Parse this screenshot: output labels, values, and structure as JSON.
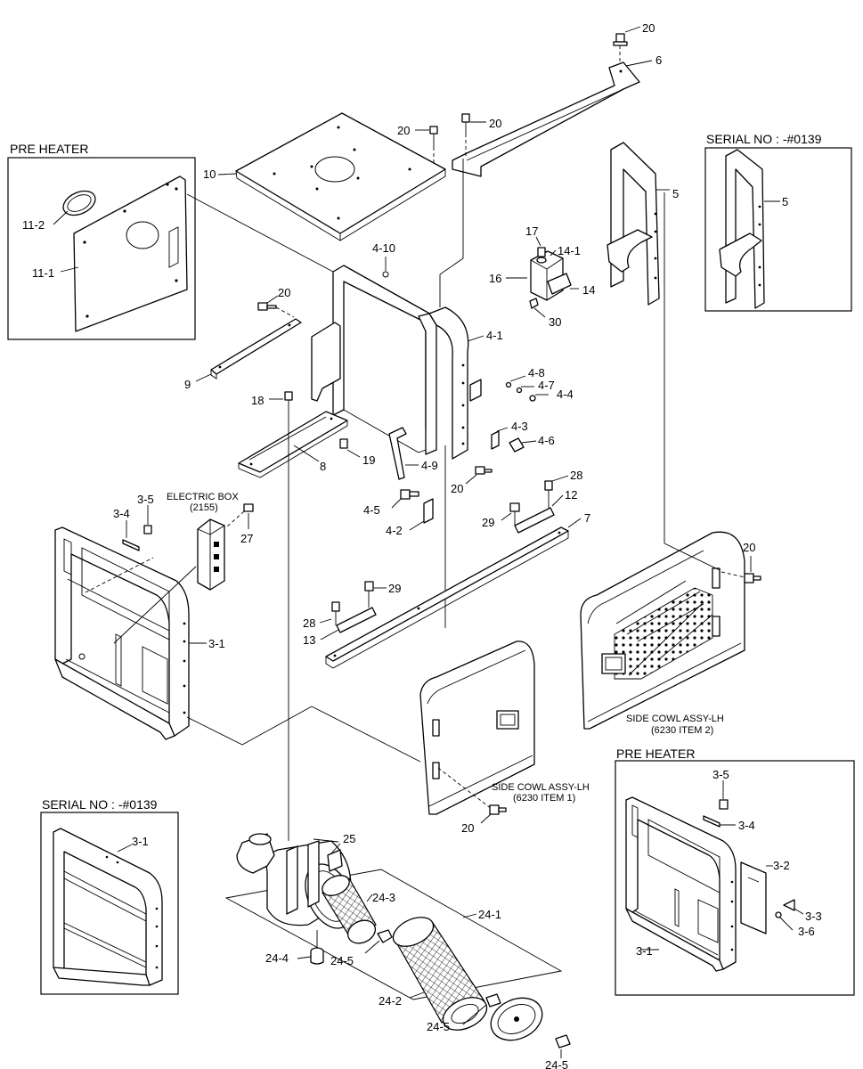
{
  "labels": {
    "pre_heater_1": "PRE HEATER",
    "serial_top": "SERIAL NO : -#0139",
    "electric_box": "ELECTRIC BOX",
    "electric_box_ref": "(2155)",
    "side_cowl_right": "SIDE COWL ASSY-LH",
    "side_cowl_right_ref": "(6230 ITEM 2)",
    "side_cowl_center": "SIDE COWL ASSY-LH",
    "side_cowl_center_ref": "(6230 ITEM 1)",
    "pre_heater_2": "PRE HEATER",
    "serial_bottom": "SERIAL NO : -#0139"
  },
  "callouts": {
    "c20_top": "20",
    "c6": "6",
    "c20_b": "20",
    "c20_c": "20",
    "c10": "10",
    "c5": "5",
    "c5_inset": "5",
    "c11_2": "11-2",
    "c11_1": "11-1",
    "c17": "17",
    "c14_1": "14-1",
    "c16": "16",
    "c14": "14",
    "c30": "30",
    "c4_10": "4-10",
    "c20_d": "20",
    "c4_1": "4-1",
    "c9": "9",
    "c4_8": "4-8",
    "c4_7": "4-7",
    "c4_4": "4-4",
    "c18": "18",
    "c4_3": "4-3",
    "c4_6": "4-6",
    "c19": "19",
    "c8": "8",
    "c4_9": "4-9",
    "c20_e": "20",
    "c28_a": "28",
    "c12": "12",
    "c3_5_a": "3-5",
    "c3_4_a": "3-4",
    "c27": "27",
    "c4_5": "4-5",
    "c29_a": "29",
    "c7": "7",
    "c4_2": "4-2",
    "c20_f": "20",
    "c29_b": "29",
    "c28_b": "28",
    "c13": "13",
    "c3_1_a": "3-1",
    "c3_5_b": "3-5",
    "c3_4_b": "3-4",
    "c3_1_b": "3-1",
    "c25": "25",
    "c20_g": "20",
    "c3_2": "3-2",
    "c24_3": "24-3",
    "c24_1": "24-1",
    "c3_3": "3-3",
    "c3_6": "3-6",
    "c24_4": "24-4",
    "c24_5_a": "24-5",
    "c3_1_c": "3-1",
    "c24_2": "24-2",
    "c24_5_b": "24-5",
    "c24_5_c": "24-5"
  }
}
